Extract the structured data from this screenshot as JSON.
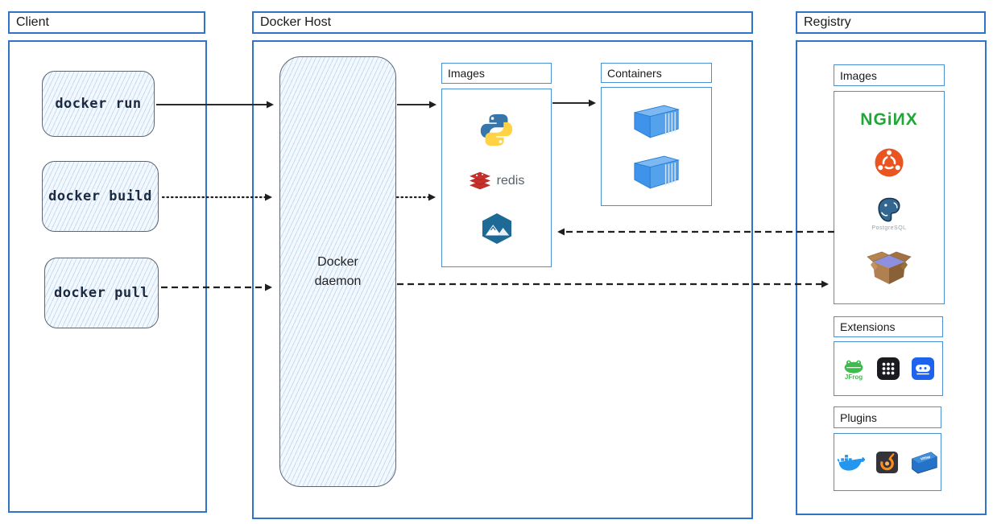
{
  "client": {
    "title": "Client",
    "commands": [
      {
        "label": "docker run"
      },
      {
        "label": "docker build"
      },
      {
        "label": "docker pull"
      }
    ]
  },
  "docker_host": {
    "title": "Docker Host",
    "daemon_label": "Docker daemon",
    "images": {
      "label": "Images",
      "items": [
        {
          "icon": "python-icon"
        },
        {
          "icon": "redis-icon",
          "label": "redis"
        },
        {
          "icon": "alpine-icon"
        }
      ]
    },
    "containers": {
      "label": "Containers",
      "count": 2
    }
  },
  "registry": {
    "title": "Registry",
    "images": {
      "label": "Images",
      "items": [
        {
          "icon": "nginx-icon",
          "label": "NGiИX"
        },
        {
          "icon": "ubuntu-icon"
        },
        {
          "icon": "postgresql-icon",
          "label": "PostgreSQL"
        },
        {
          "icon": "package-box-icon"
        }
      ]
    },
    "extensions": {
      "label": "Extensions",
      "items": [
        {
          "icon": "jfrog-icon",
          "label": "JFrog"
        },
        {
          "icon": "app-grid-icon"
        },
        {
          "icon": "disk-drive-icon"
        }
      ]
    },
    "plugins": {
      "label": "Plugins",
      "items": [
        {
          "icon": "docker-whale-icon"
        },
        {
          "icon": "grafana-icon"
        },
        {
          "icon": "vmware-icon",
          "label": "vmw"
        }
      ]
    }
  },
  "arrows": [
    {
      "name": "run-to-daemon",
      "style": "solid"
    },
    {
      "name": "build-to-daemon",
      "style": "dotted"
    },
    {
      "name": "pull-to-daemon",
      "style": "dashed"
    },
    {
      "name": "daemon-to-images-solid",
      "style": "solid"
    },
    {
      "name": "daemon-to-images-dotted",
      "style": "dotted"
    },
    {
      "name": "images-to-containers",
      "style": "solid"
    },
    {
      "name": "registry-to-host-images",
      "style": "dashed"
    },
    {
      "name": "daemon-to-registry",
      "style": "dashed"
    }
  ],
  "colors": {
    "border_blue": "#2e75c6",
    "inner_blue": "#4a8fd4",
    "arrow_black": "#1f1f1f",
    "hatch_fill": "#f2f8fd",
    "nginx_green": "#1fa838",
    "redis_red": "#c6302b",
    "ubuntu_orange": "#e95420",
    "python_blue": "#3776ab",
    "python_yellow": "#ffd343",
    "alpine_blue": "#1d6a96",
    "docker_blue": "#2496ed"
  }
}
